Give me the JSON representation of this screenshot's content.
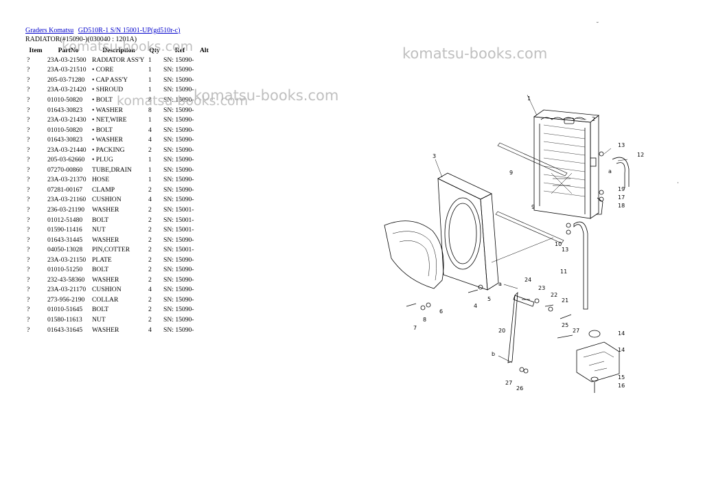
{
  "breadcrumb": [
    {
      "label": "Graders Komatsu"
    },
    {
      "label": "GD510R-1 S/N 15001-UP(gd510r-c)"
    }
  ],
  "subtitle": "RADIATOR(#15090-)(030040 : 1201A)",
  "table": {
    "headers": [
      "Item",
      "PartNo",
      "Description",
      "Qty",
      "Ref",
      "Alt"
    ],
    "rows": [
      [
        "?",
        "23A-03-21500",
        "RADIATOR ASS'Y",
        "1",
        "SN: 15090-"
      ],
      [
        "?",
        "23A-03-21510",
        "• CORE",
        "1",
        "SN: 15090-"
      ],
      [
        "?",
        "205-03-71280",
        "• CAP ASS'Y",
        "1",
        "SN: 15090-"
      ],
      [
        "?",
        "23A-03-21420",
        "• SHROUD",
        "1",
        "SN: 15090-"
      ],
      [
        "?",
        "01010-50820",
        "• BOLT",
        "8",
        "SN: 15090-"
      ],
      [
        "?",
        "01643-30823",
        "• WASHER",
        "8",
        "SN: 15090-"
      ],
      [
        "?",
        "23A-03-21430",
        "• NET,WIRE",
        "1",
        "SN: 15090-"
      ],
      [
        "?",
        "01010-50820",
        "• BOLT",
        "4",
        "SN: 15090-"
      ],
      [
        "?",
        "01643-30823",
        "• WASHER",
        "4",
        "SN: 15090-"
      ],
      [
        "?",
        "23A-03-21440",
        "• PACKING",
        "2",
        "SN: 15090-"
      ],
      [
        "?",
        "205-03-62660",
        "• PLUG",
        "1",
        "SN: 15090-"
      ],
      [
        "?",
        "07270-00860",
        "TUBE,DRAIN",
        "1",
        "SN: 15090-"
      ],
      [
        "?",
        "23A-03-21370",
        "HOSE",
        "1",
        "SN: 15090-"
      ],
      [
        "?",
        "07281-00167",
        "CLAMP",
        "2",
        "SN: 15090-"
      ],
      [
        "?",
        "23A-03-21160",
        "CUSHION",
        "4",
        "SN: 15090-"
      ],
      [
        "?",
        "236-03-21190",
        "WASHER",
        "2",
        "SN: 15001-"
      ],
      [
        "?",
        "01012-51480",
        "BOLT",
        "2",
        "SN: 15001-"
      ],
      [
        "?",
        "01590-11416",
        "NUT",
        "2",
        "SN: 15001-"
      ],
      [
        "?",
        "01643-31445",
        "WASHER",
        "2",
        "SN: 15090-"
      ],
      [
        "?",
        "04050-13028",
        "PIN,COTTER",
        "2",
        "SN: 15001-"
      ],
      [
        "?",
        "23A-03-21150",
        "PLATE",
        "2",
        "SN: 15090-"
      ],
      [
        "?",
        "01010-51250",
        "BOLT",
        "2",
        "SN: 15090-"
      ],
      [
        "?",
        "232-43-58360",
        "WASHER",
        "2",
        "SN: 15090-"
      ],
      [
        "?",
        "23A-03-21170",
        "CUSHION",
        "4",
        "SN: 15090-"
      ],
      [
        "?",
        "273-956-2190",
        "COLLAR",
        "2",
        "SN: 15090-"
      ],
      [
        "?",
        "01010-51645",
        "BOLT",
        "2",
        "SN: 15090-"
      ],
      [
        "?",
        "01580-11613",
        "NUT",
        "2",
        "SN: 15090-"
      ],
      [
        "?",
        "01643-31645",
        "WASHER",
        "4",
        "SN: 15090-"
      ]
    ]
  },
  "watermarks": [
    "komatsu-books.com",
    "komatsu-books.com",
    "komatsu-books.com",
    "komatsu-books.com"
  ],
  "diagram": {
    "callouts": [
      "1",
      "2",
      "3",
      "9",
      "9",
      "13",
      "12",
      "a",
      "19",
      "17",
      "18",
      "10",
      "13",
      "11",
      "a",
      "24",
      "23",
      "22",
      "21",
      "4",
      "5",
      "6",
      "8",
      "7",
      "20",
      "25",
      "27",
      "14",
      "b",
      "27",
      "26",
      "14",
      "15",
      "16"
    ]
  },
  "colors": {
    "link": "#0000cc",
    "watermark": "#b5b5b5"
  }
}
